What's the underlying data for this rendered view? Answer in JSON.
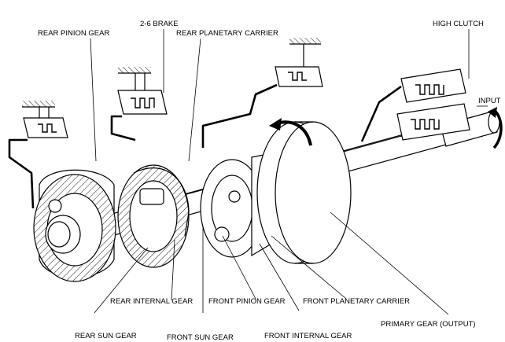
{
  "labels": {
    "rear_pinion_gear": "REAR PINION GEAR",
    "brake_2_6": "2-6 BRAKE",
    "rear_planetary_carrier": "REAR PLANETARY CARRIER",
    "high_clutch": "HIGH CLUTCH",
    "input": "INPUT",
    "rear_internal_gear": "REAR INTERNAL GEAR",
    "front_pinion_gear": "FRONT PINION GEAR",
    "front_planetary_carrier": "FRONT PLANETARY CARRIER",
    "primary_gear_output": "PRIMARY GEAR (OUTPUT)",
    "rear_sun_gear": "REAR SUN GEAR",
    "front_sun_gear": "FRONT SUN GEAR",
    "front_internal_gear": "FRONT INTERNAL GEAR"
  }
}
